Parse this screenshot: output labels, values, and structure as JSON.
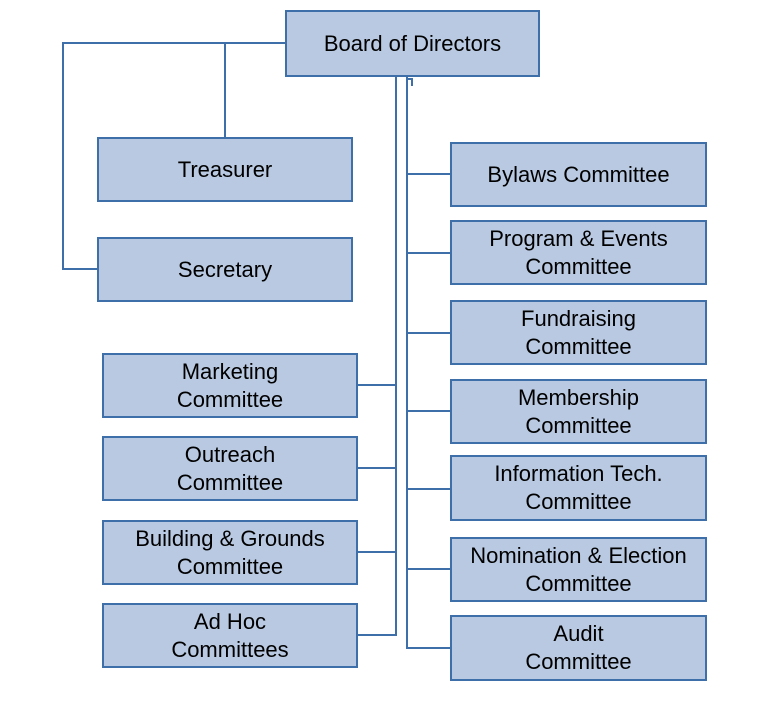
{
  "diagram_type": "org-chart",
  "colors": {
    "node_fill": "#b8c9e1",
    "node_border": "#3e6fa8",
    "connector": "#3e6fa8",
    "text": "#000000",
    "background": "#ffffff"
  },
  "nodes": {
    "board": {
      "label": "Board of Directors"
    },
    "treasurer": {
      "label": "Treasurer"
    },
    "secretary": {
      "label": "Secretary"
    },
    "marketing": {
      "label": "Marketing\nCommittee"
    },
    "outreach": {
      "label": "Outreach\nCommittee"
    },
    "building_grounds": {
      "label": "Building & Grounds\nCommittee"
    },
    "ad_hoc": {
      "label": "Ad Hoc\nCommittees"
    },
    "bylaws": {
      "label": "Bylaws Committee"
    },
    "program_events": {
      "label": "Program & Events\nCommittee"
    },
    "fundraising": {
      "label": "Fundraising\nCommittee"
    },
    "membership": {
      "label": "Membership\nCommittee"
    },
    "information_tech": {
      "label": "Information Tech.\nCommittee"
    },
    "nomination_election": {
      "label": "Nomination & Election\nCommittee"
    },
    "audit": {
      "label": "Audit\nCommittee"
    }
  },
  "edges": [
    {
      "from": "board",
      "to": "treasurer"
    },
    {
      "from": "board",
      "to": "secretary"
    },
    {
      "from": "board",
      "to": "marketing"
    },
    {
      "from": "board",
      "to": "outreach"
    },
    {
      "from": "board",
      "to": "building_grounds"
    },
    {
      "from": "board",
      "to": "ad_hoc"
    },
    {
      "from": "board",
      "to": "bylaws"
    },
    {
      "from": "board",
      "to": "program_events"
    },
    {
      "from": "board",
      "to": "fundraising"
    },
    {
      "from": "board",
      "to": "membership"
    },
    {
      "from": "board",
      "to": "information_tech"
    },
    {
      "from": "board",
      "to": "nomination_election"
    },
    {
      "from": "board",
      "to": "audit"
    }
  ]
}
